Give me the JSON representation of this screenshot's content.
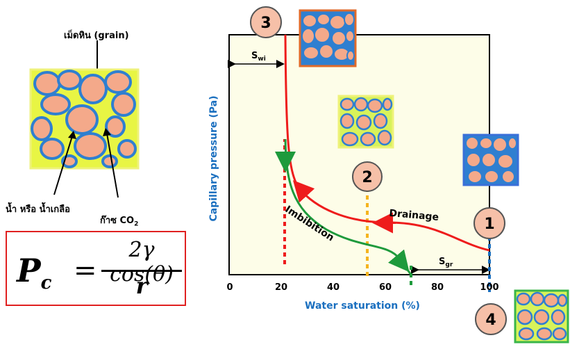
{
  "grain_label": "เม็ดหิน (grain)",
  "water_label": "น้ำ หรือ น้ำเกลือ",
  "co2_label": "ก๊าซ CO",
  "co2_sub": "2",
  "formula": {
    "lhs": "P",
    "lhs_sub": "c",
    "eq": "=",
    "numerator": "2γ cos(θ)",
    "denominator": "r"
  },
  "chart": {
    "ylabel": "Capillary pressure (Pa)",
    "xlabel": "Water saturation  (%)",
    "xticks": [
      "0",
      "20",
      "40",
      "60",
      "80",
      "100"
    ],
    "swi_label": "S",
    "swi_sub": "wi",
    "sgr_label": "S",
    "sgr_sub": "gr",
    "drainage_label": "Drainage",
    "imbibition_label": "Imbibition",
    "markers": [
      "3",
      "2",
      "1",
      "4"
    ]
  },
  "colors": {
    "drainage": "#ee1c1c",
    "imbibition": "#1e9a3c",
    "chart_bg": "#fdfde8",
    "grain": "#f4a98a",
    "pore_gas": "#d8f25a",
    "water": "#2f7fd0",
    "marker_fill": "#f6c0a8",
    "axis_blue": "#1a6fbf",
    "dotted_orange": "#f5b41e"
  },
  "chart_data": {
    "type": "line",
    "xlabel": "Water saturation  (%)",
    "ylabel": "Capillary pressure (Pa)",
    "xlim": [
      0,
      100
    ],
    "series": [
      {
        "name": "Drainage",
        "x": [
          100,
          90,
          80,
          60,
          45,
          35,
          28,
          24,
          22
        ],
        "y": [
          0.1,
          0.17,
          0.24,
          0.27,
          0.32,
          0.4,
          0.52,
          0.7,
          1.0
        ]
      },
      {
        "name": "Imbibition",
        "x": [
          22,
          23,
          26,
          32,
          42,
          55,
          62,
          68
        ],
        "y": [
          0.6,
          0.42,
          0.34,
          0.26,
          0.2,
          0.14,
          0.08,
          0.0
        ]
      }
    ]
  }
}
